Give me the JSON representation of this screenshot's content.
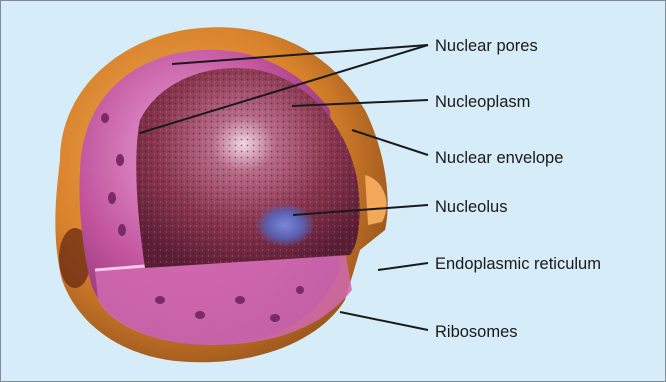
{
  "diagram": {
    "labels": {
      "nuclear_pores": "Nuclear pores",
      "nucleoplasm": "Nucleoplasm",
      "nuclear_envelope": "Nuclear envelope",
      "nucleolus": "Nucleolus",
      "endoplasmic_reticulum": "Endoplasmic reticulum",
      "ribosomes": "Ribosomes"
    },
    "colors": {
      "background": "#d6ecf8",
      "envelope_magenta": "#c2549e",
      "reticulum_orange": "#d9822b",
      "nucleoplasm_red": "#8a3650",
      "nucleolus_blue": "#5a5fb0",
      "leader_line": "#1a1a1a"
    }
  }
}
